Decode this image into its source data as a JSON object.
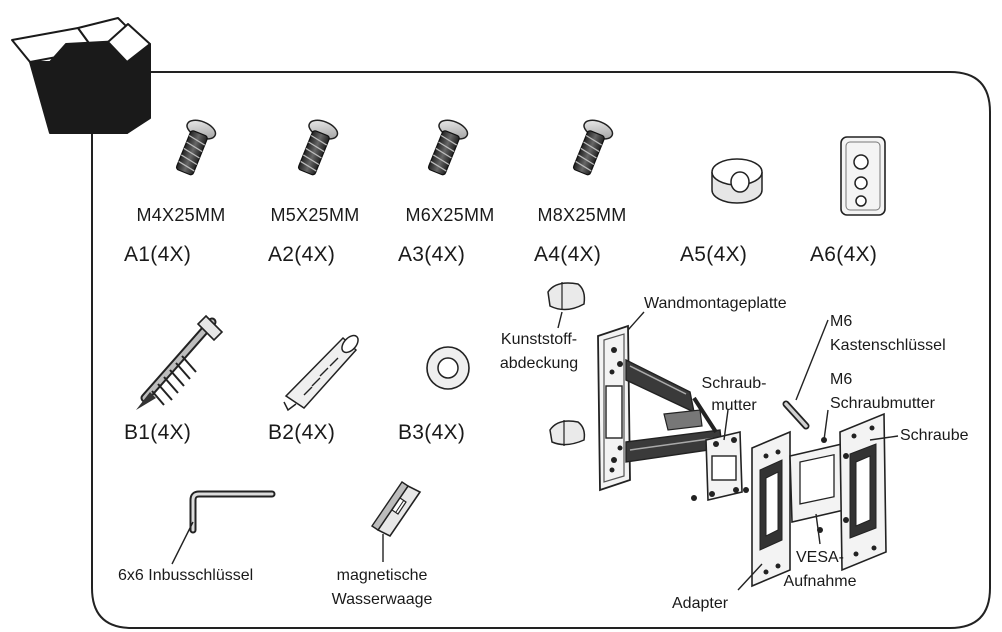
{
  "colors": {
    "ink": "#1a1a1a",
    "box_fill": "#1a1a1a",
    "panel_stroke": "#222222",
    "background": "#ffffff",
    "metal_light": "#d8d8d8",
    "metal_dark": "#555555"
  },
  "hardware_row1": [
    {
      "icon": "bolt-m4-icon",
      "spec": "M4X25MM",
      "code": "A1(4X)"
    },
    {
      "icon": "bolt-m5-icon",
      "spec": "M5X25MM",
      "code": "A2(4X)"
    },
    {
      "icon": "bolt-m6-icon",
      "spec": "M6X25MM",
      "code": "A3(4X)"
    },
    {
      "icon": "bolt-m8-icon",
      "spec": "M8X25MM",
      "code": "A4(4X)"
    },
    {
      "icon": "spacer-icon",
      "spec": "",
      "code": "A5(4X)"
    },
    {
      "icon": "adapter-plate-icon",
      "spec": "",
      "code": "A6(4X)"
    }
  ],
  "hardware_row2": [
    {
      "icon": "lag-screw-icon",
      "code": "B1(4X)"
    },
    {
      "icon": "wall-anchor-icon",
      "code": "B2(4X)"
    },
    {
      "icon": "washer-icon",
      "code": "B3(4X)"
    }
  ],
  "tools": {
    "hex_key": "6x6 Inbusschlüssel",
    "level_line1": "magnetische",
    "level_line2": "Wasserwaage"
  },
  "assembly_labels": {
    "cap_line1": "Kunststoff-",
    "cap_line2": "abdeckung",
    "wall_plate": "Wandmontageplatte",
    "nut_line1": "Schraub-",
    "nut_line2": "mutter",
    "box_wrench_line1": "M6",
    "box_wrench_line2": "Kastenschlüssel",
    "m6_nut_line1": "M6",
    "m6_nut_line2": "Schraubmutter",
    "screw": "Schraube",
    "vesa_line1": "VESA-",
    "vesa_line2": "Aufnahme",
    "adapter": "Adapter"
  }
}
